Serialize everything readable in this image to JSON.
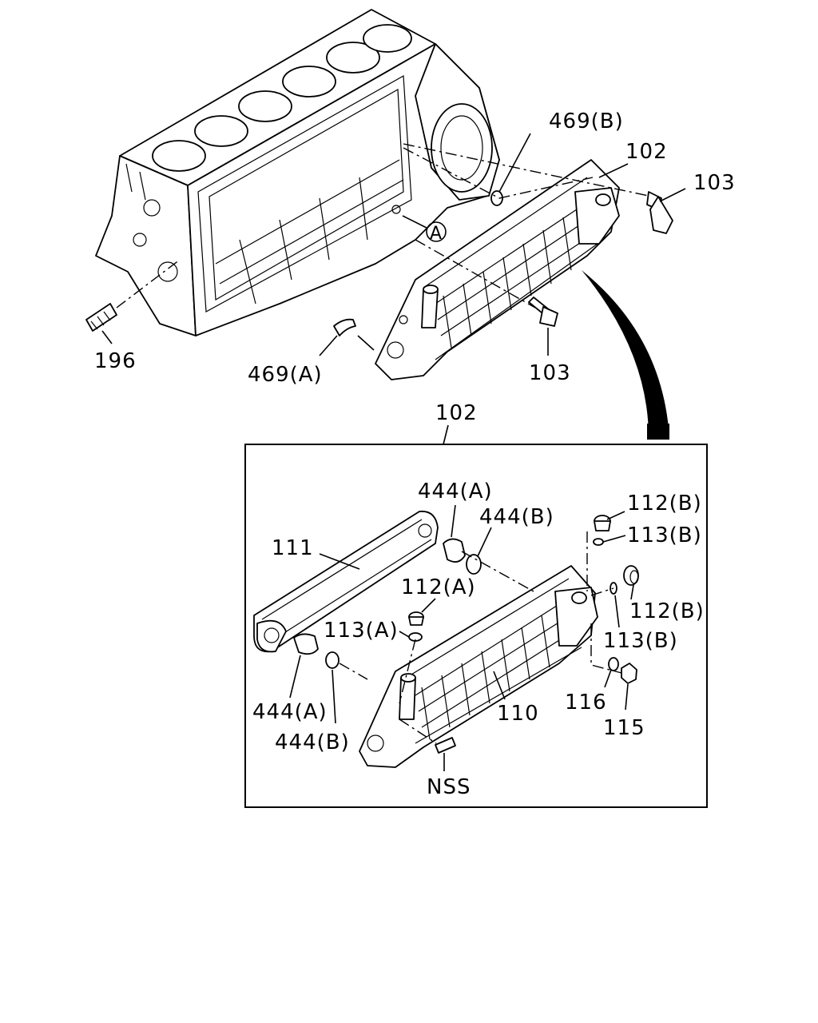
{
  "labels": {
    "l469b": "469(B)",
    "l102_top": "102",
    "l103_right": "103",
    "lA_circle": "A",
    "l196": "196",
    "l469a": "469(A)",
    "l103_bottom": "103",
    "l102_box": "102",
    "l444a_top": "444(A)",
    "l444b_top": "444(B)",
    "l112b_top": "112(B)",
    "l113b_top": "113(B)",
    "l111": "111",
    "l112a": "112(A)",
    "l112b_right": "112(B)",
    "l113a": "113(A)",
    "l113b_right": "113(B)",
    "l116": "116",
    "l115": "115",
    "l110": "110",
    "l444a_bottom": "444(A)",
    "l444b_bottom": "444(B)",
    "lnss": "NSS"
  }
}
